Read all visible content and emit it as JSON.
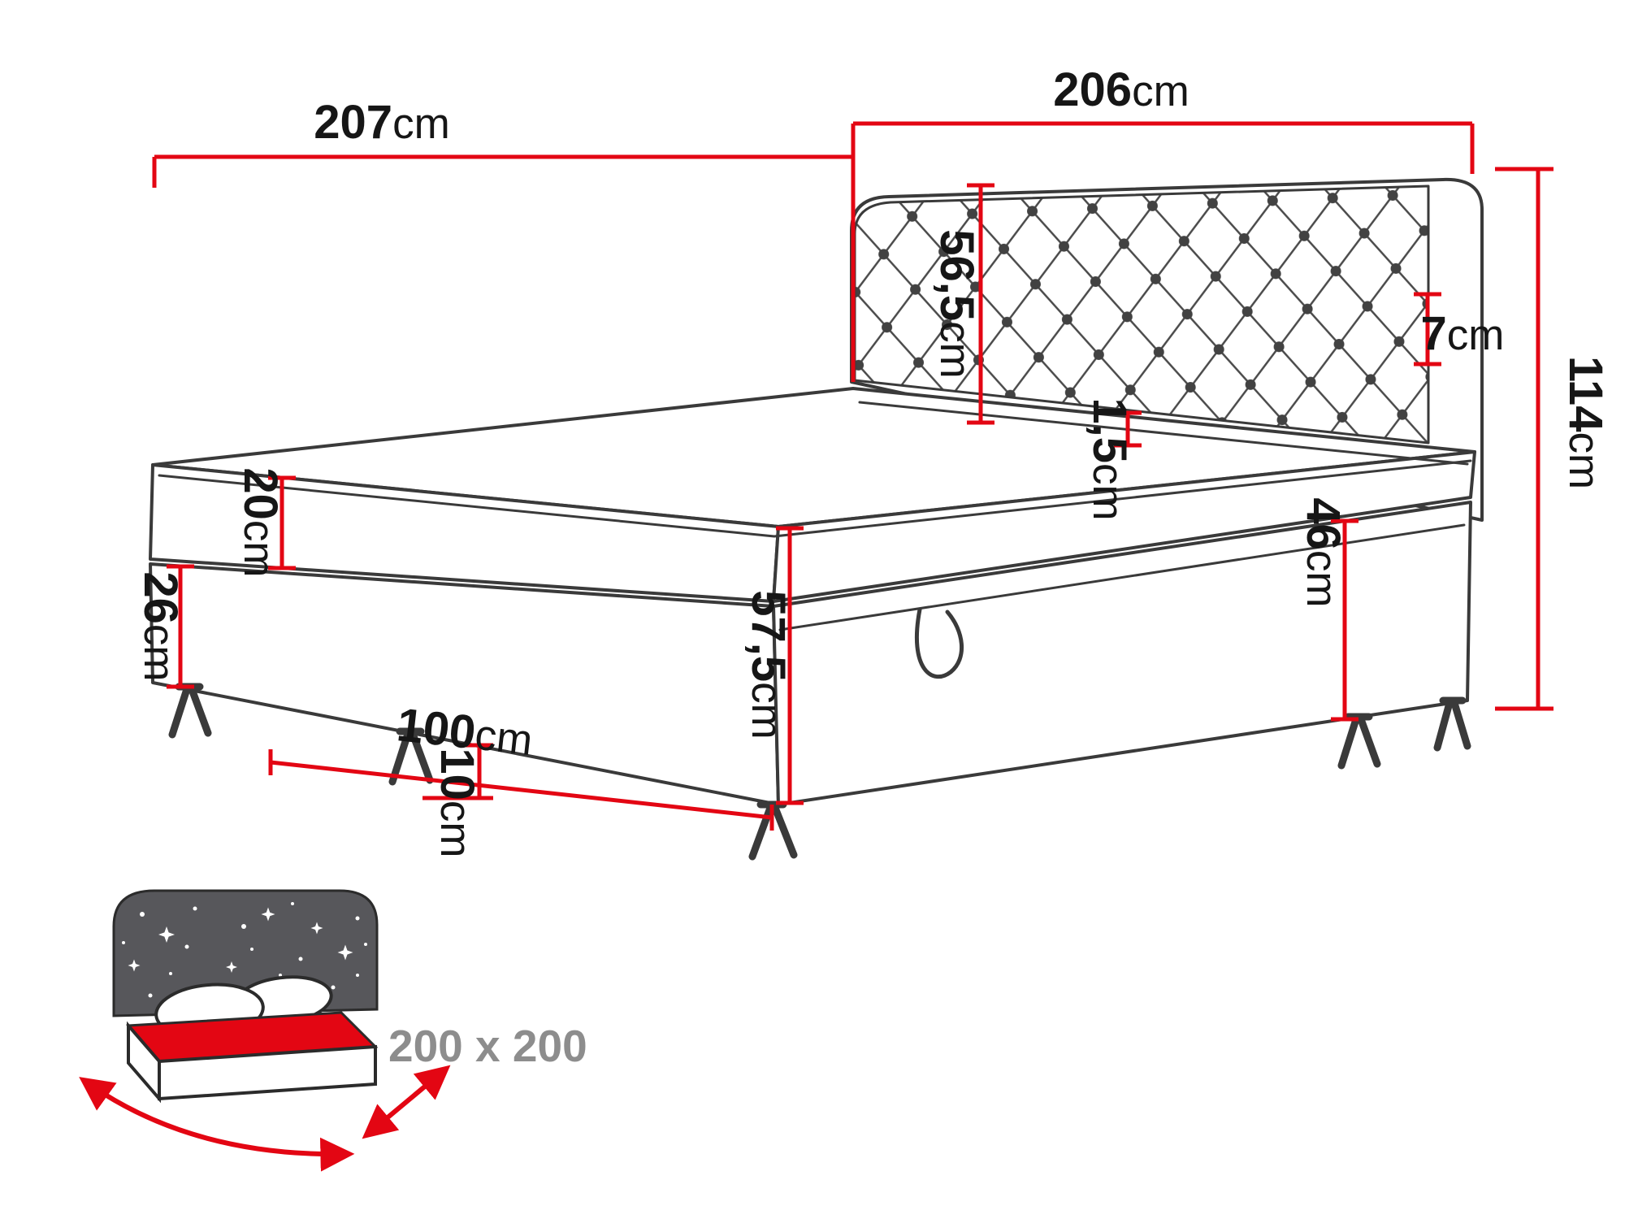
{
  "diagram": {
    "colors": {
      "accent_red": "#e30613",
      "outline": "#3a3a3a",
      "label_text": "#161616",
      "badge_text": "#8d8d8d",
      "icon_headboard": "#57575b"
    },
    "dims": {
      "length": {
        "value": "207",
        "unit": "cm"
      },
      "width": {
        "value": "206",
        "unit": "cm"
      },
      "total_height": {
        "value": "114",
        "unit": "cm"
      },
      "headboard_depth": {
        "value": "7",
        "unit": "cm"
      },
      "headboard_height": {
        "value": "56,5",
        "unit": "cm"
      },
      "mattress_height": {
        "value": "20",
        "unit": "cm"
      },
      "base_front_height": {
        "value": "26",
        "unit": "cm"
      },
      "topper_height": {
        "value": "1,5",
        "unit": "cm"
      },
      "base_side_height": {
        "value": "46",
        "unit": "cm"
      },
      "front_corner_height": {
        "value": "57,5",
        "unit": "cm"
      },
      "storage_length": {
        "value": "100",
        "unit": "cm"
      },
      "leg_height": {
        "value": "10",
        "unit": "cm"
      }
    },
    "size_badge": "200 x 200"
  }
}
